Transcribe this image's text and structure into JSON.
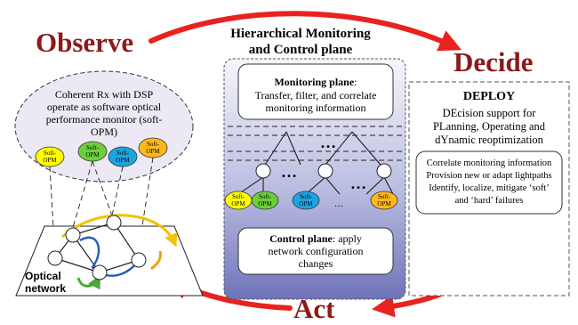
{
  "cycle": {
    "observe": "Observe",
    "decide": "Decide",
    "act": "Act"
  },
  "center": {
    "title_line1": "Hierarchical Monitoring",
    "title_line2": "and Control plane",
    "monitoring_title": "Monitoring plane",
    "monitoring_colon": ":",
    "monitoring_line1_rest": "",
    "monitoring_line2": "Transfer, filter, and correlate",
    "monitoring_line3": "monitoring information",
    "control_title": "Control plane",
    "control_line1_rest": ": apply",
    "control_line2": "network configuration",
    "control_line3": "changes",
    "ellipsis": "…",
    "small_ellipsis": "…",
    "opm_label_line1": "Soft-",
    "opm_label_line2": "OPM"
  },
  "left": {
    "cloud_line1": "Coherent Rx with DSP",
    "cloud_line2": "operate as software optical",
    "cloud_line3": "performance monitor (soft-",
    "cloud_line4": "OPM)",
    "opm_line1": "Soft-",
    "opm_line2": "OPM",
    "network_line1": "Optical",
    "network_line2": "network"
  },
  "right": {
    "deploy_title": "DEPLOY",
    "deploy_line1": "DEcision support for",
    "deploy_line2": "PLanning, Operating and",
    "deploy_line3": "dYnamic reoptimization",
    "inner_line1": "Correlate monitoring information",
    "inner_line2": "Provision new or adapt lightpaths",
    "inner_line3": "Identify, localize, mitigate ‘soft’",
    "inner_line4": "and ‘hard’ failures"
  },
  "colors": {
    "arrow": "#e8231f",
    "cycle_text": "#8b1a1a",
    "opm_yellow": "#ffff00",
    "opm_green": "#6ccf3a",
    "opm_blue": "#1fa3e0",
    "opm_orange": "#ffb81c",
    "panel_top": "#ffffff",
    "panel_bottom": "#6b6fb8"
  }
}
